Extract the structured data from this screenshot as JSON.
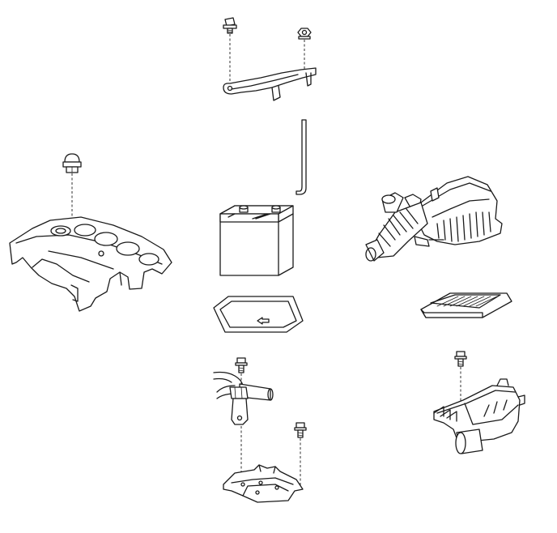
{
  "diagram": {
    "components": [
      "engine-cover",
      "cover-nut",
      "battery-clamp",
      "clamp-bolt-left",
      "clamp-nut-right",
      "hold-down-rod",
      "battery",
      "battery-tray",
      "air-cleaner-with-hose",
      "air-filter-element",
      "air-cleaner-case",
      "case-bolt",
      "battery-carrier",
      "bracket-bolt-upper",
      "bracket-bolt-lower",
      "carrier-bracket"
    ],
    "colors": {
      "line": "#1a1a1a",
      "background": "#ffffff"
    }
  }
}
